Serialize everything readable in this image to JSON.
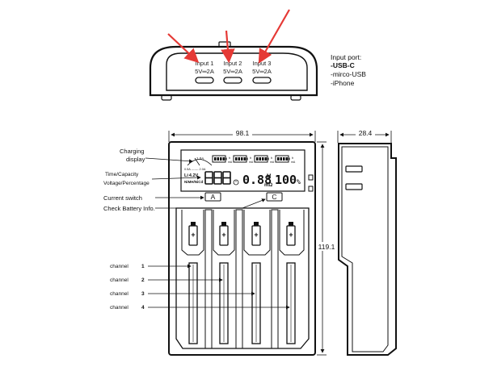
{
  "top_view": {
    "ports": [
      {
        "name": "Input 1",
        "spec": "5V═⁡2A"
      },
      {
        "name": "Input 2",
        "spec": "5V═⁡2A"
      },
      {
        "name": "Input 3",
        "spec": "5V═⁡2A"
      }
    ],
    "legend_title": "Input port:",
    "legend_items": [
      "-USB-C",
      "-mirco-USB",
      "-iPhone"
    ],
    "arrow_color": "#e53935"
  },
  "front_view": {
    "width_dim": "98.1",
    "height_dim": "119.1",
    "labels": {
      "charging_display_line1": "Charging",
      "charging_display_line2": "display",
      "time_capacity_line1": "Time/Capacity",
      "time_capacity_line2": "Voltage/Percentage",
      "current_switch": "Current  switch",
      "check_battery": "Check Battery Info."
    },
    "buttons": {
      "a": "A",
      "c": "C"
    },
    "lcd": {
      "chem_line1": "Li",
      "chem_line1b": "4.2V",
      "chem_line2": "NiMH/NiCd",
      "voltage_value": "0.88",
      "voltage_unit": "V",
      "resistance_unit": "mΩ",
      "percent_value": "100",
      "percent_unit": "%",
      "dial_text": "1.0A",
      "dial_small": "0.5A ••• 2.0A",
      "dial_scale": "0.5A ------- 2.0A",
      "amp_unit": "mA",
      "hour_unit": "h"
    },
    "channels": [
      {
        "label": "channel",
        "num": "1"
      },
      {
        "label": "channel",
        "num": "2"
      },
      {
        "label": "channel",
        "num": "3"
      },
      {
        "label": "channel",
        "num": "4"
      }
    ]
  },
  "side_view": {
    "width_dim": "28.4"
  }
}
